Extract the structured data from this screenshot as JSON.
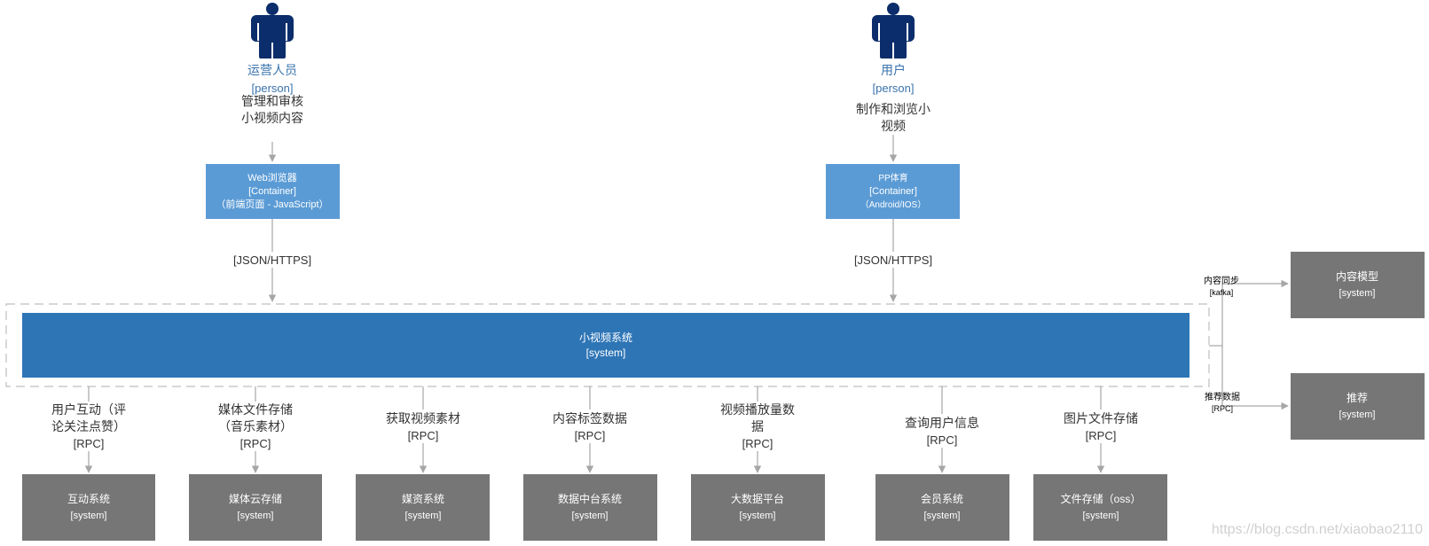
{
  "persons": [
    {
      "id": "ops",
      "name": "运营人员",
      "tag": "[person]",
      "desc_lines": [
        "管理和审核",
        "小视频内容"
      ]
    },
    {
      "id": "user",
      "name": "用户",
      "tag": "[person]",
      "desc_lines": [
        "制作和浏览小",
        "视频"
      ]
    }
  ],
  "containers": [
    {
      "id": "web",
      "title": "Web浏览器",
      "tag": "[Container]",
      "tech": "（前端页面 - JavaScript）"
    },
    {
      "id": "app",
      "title": "PP体育",
      "tag": "[Container]",
      "tech": "（Android/IOS）"
    }
  ],
  "protocol_labels": [
    "[JSON/HTTPS]",
    "[JSON/HTTPS]"
  ],
  "main_system": {
    "title": "小视频系统",
    "tag": "[system]"
  },
  "bottom_systems": [
    {
      "name": "互动系统",
      "tag": "[system]",
      "rel_lines": [
        "用户互动（评",
        "论关注点赞）"
      ],
      "protocol": "[RPC]"
    },
    {
      "name": "媒体云存储",
      "tag": "[system]",
      "rel_lines": [
        "媒体文件存储",
        "（音乐素材）"
      ],
      "protocol": "[RPC]"
    },
    {
      "name": "媒资系统",
      "tag": "[system]",
      "rel_lines": [
        "获取视频素材"
      ],
      "protocol": "[RPC]"
    },
    {
      "name": "数据中台系统",
      "tag": "[system]",
      "rel_lines": [
        "内容标签数据"
      ],
      "protocol": "[RPC]"
    },
    {
      "name": "大数据平台",
      "tag": "[system]",
      "rel_lines": [
        "视频播放量数",
        "据"
      ],
      "protocol": "[RPC]"
    },
    {
      "name": "会员系统",
      "tag": "[system]",
      "rel_lines": [
        "查询用户信息"
      ],
      "protocol": "[RPC]"
    },
    {
      "name": "文件存储（oss）",
      "tag": "[system]",
      "rel_lines": [
        "图片文件存储"
      ],
      "protocol": "[RPC]"
    }
  ],
  "right_systems": [
    {
      "name": "内容模型",
      "tag": "[system]",
      "rel": "内容同步",
      "protocol": "[kafka]"
    },
    {
      "name": "推荐",
      "tag": "[system]",
      "rel": "推荐数据",
      "protocol": "[RPC]"
    }
  ],
  "watermark": "https://blog.csdn.net/xiaobao2110",
  "colors": {
    "person": "#0b2d6b",
    "person_text": "#3a73ad",
    "container": "#5b9bd5",
    "system_main": "#2e75b6",
    "external": "#767676",
    "line": "#a6a6a6",
    "text": "#333333"
  }
}
